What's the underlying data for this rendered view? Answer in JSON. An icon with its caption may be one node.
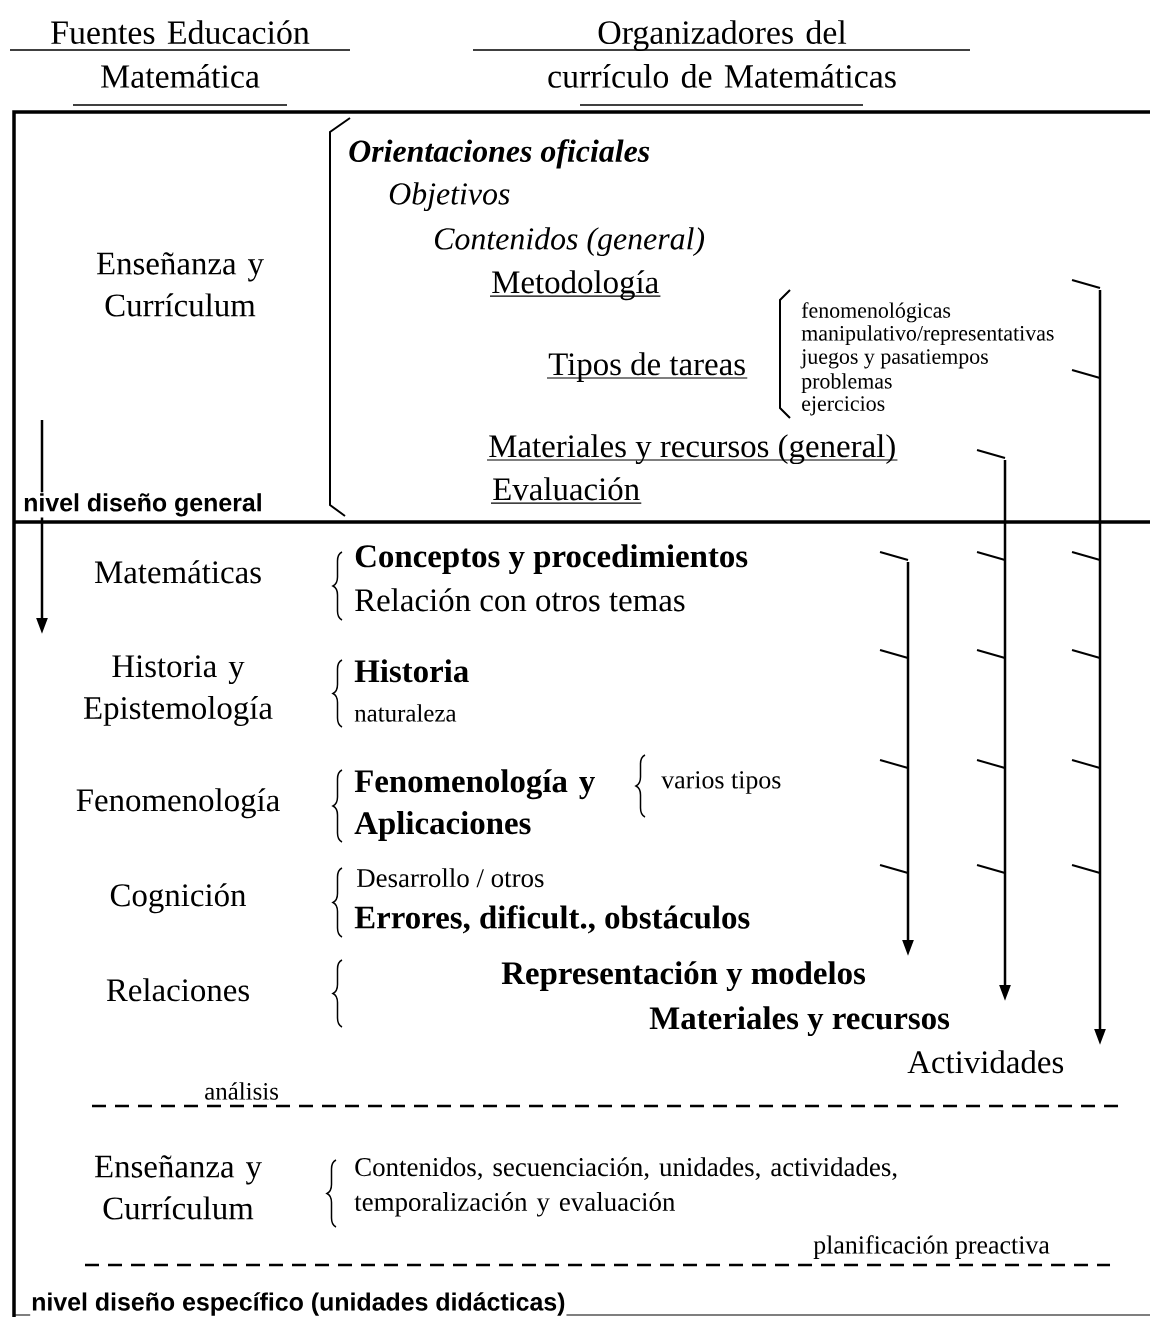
{
  "diagram": {
    "nodes": [
      {
        "text": [
          "Representación y modelos"
        ]
      },
      {
        "text": [
          "Materiales y recursos"
        ]
      },
      {
        "text": [
          "Actividades"
        ]
      }
    ],
    "edges": [
      {
        "from": null,
        "to": 0,
        "arrow": "to"
      },
      {
        "from": null,
        "to": 1,
        "arrow": "to"
      },
      {
        "from": null,
        "to": 2,
        "arrow": "to"
      }
    ],
    "labels": [
      "Fuentes Educación Matemática",
      "Organizadores del currículo de Matemáticas",
      "Enseñanza y Currículum",
      "Orientaciones oficiales",
      "Objetivos",
      "Contenidos (general)",
      "Metodología",
      "Tipos de tareas",
      "fenomenológicas",
      "manipulativo/representativas",
      "juegos y pasatiempos",
      "problemas",
      "ejercicios",
      "Materiales y recursos (general)",
      "Evaluación",
      "nivel diseño general",
      "Matemáticas",
      "Conceptos y procedimientos",
      "Relación con otros temas",
      "Historia y Epistemología",
      "Historia",
      "naturaleza",
      "Fenomenología",
      "Fenomenología y Aplicaciones",
      "varios tipos",
      "Cognición",
      "Desarrollo / otros",
      "Errores, dificult., obstáculos",
      "Relaciones",
      "análisis",
      "Enseñanza y Currículum",
      "Contenidos, secuenciación, unidades, actividades, temporalización y evaluación",
      "planificación preactiva",
      "nivel diseño específico (unidades didácticas)"
    ]
  }
}
